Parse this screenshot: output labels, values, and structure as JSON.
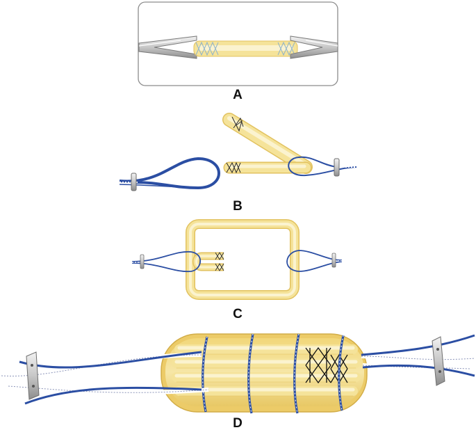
{
  "panels": [
    {
      "id": "A",
      "label": "A"
    },
    {
      "id": "B",
      "label": "B"
    },
    {
      "id": "C",
      "label": "C"
    },
    {
      "id": "D",
      "label": "D"
    }
  ],
  "colors": {
    "graft_fill": "#f5e39a",
    "graft_light": "#fbf3cf",
    "graft_edge": "#e0c060",
    "suture_blue": "#2b4ea3",
    "suture_white": "#ffffff",
    "suture_dash": "#8a93b8",
    "metal": "#c9c9c9",
    "metal_edge": "#7a7a7a",
    "whip_stitch": "#222222"
  }
}
